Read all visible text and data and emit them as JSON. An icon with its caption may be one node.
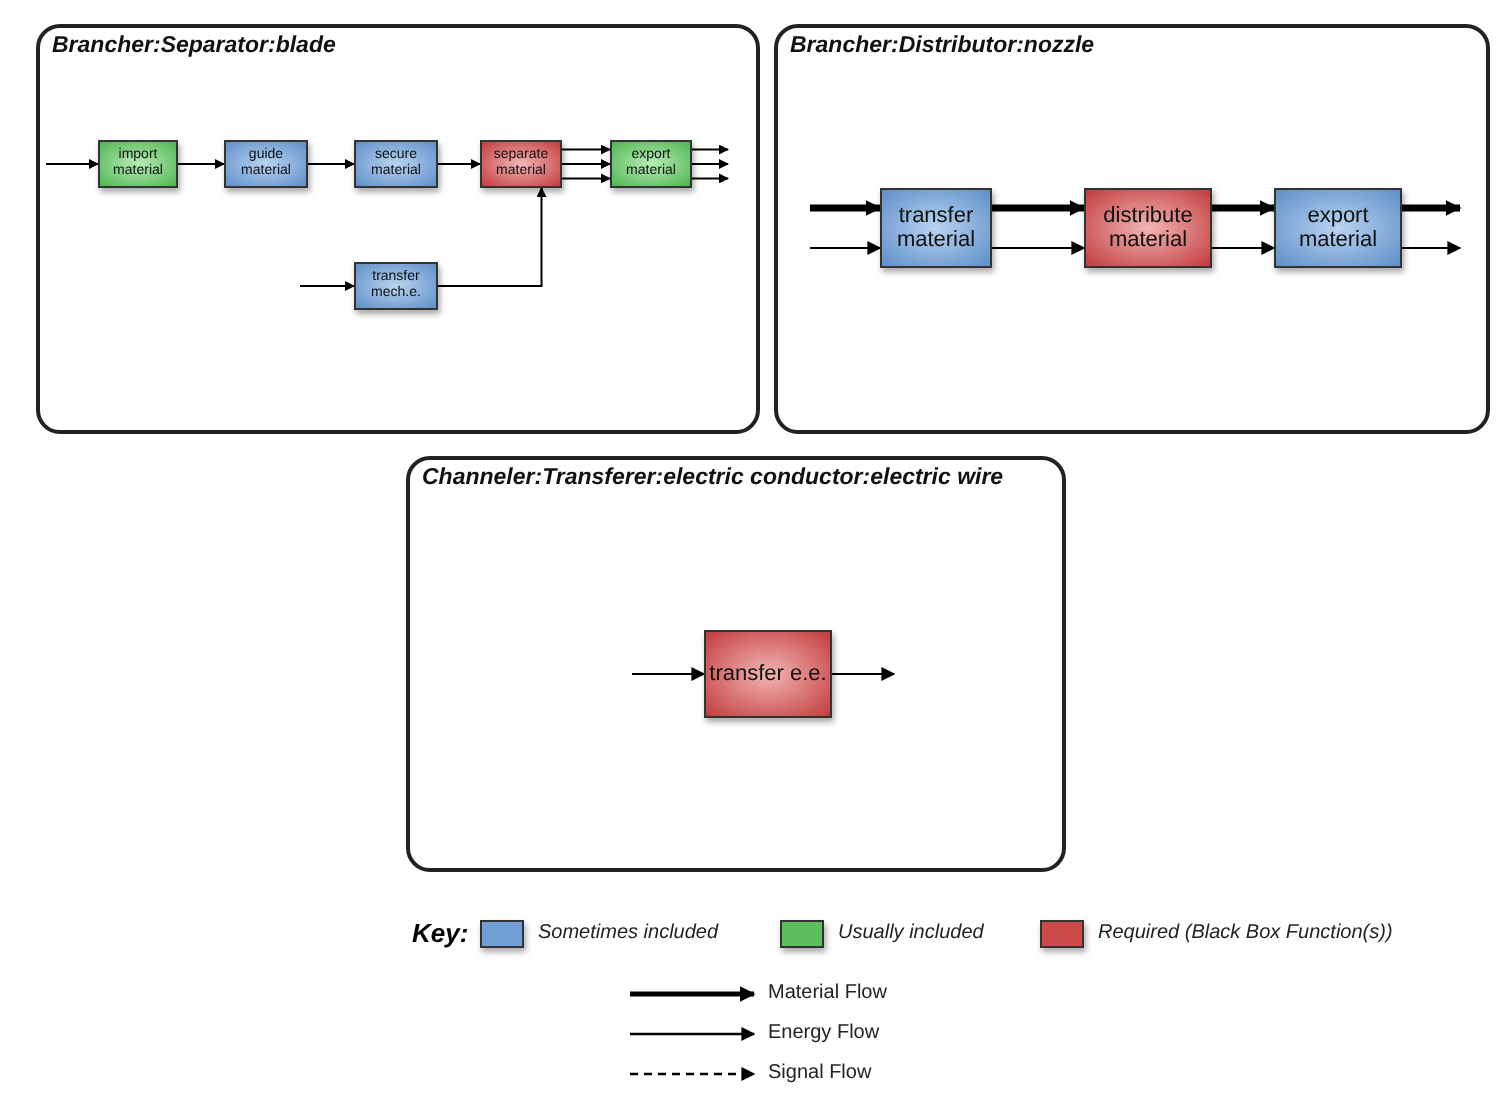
{
  "diagram": {
    "nodes": [
      {
        "text": [
          "Brancher:Separator:blade"
        ]
      },
      {
        "text": [
          "import material"
        ],
        "in": 0
      },
      {
        "text": [
          "guide material"
        ],
        "in": 0
      },
      {
        "text": [
          "secure material"
        ],
        "in": 0
      },
      {
        "text": [
          "separate material"
        ],
        "in": 0
      },
      {
        "text": [
          "export material"
        ],
        "in": 0
      },
      {
        "text": [
          "transfer mech.e."
        ],
        "in": 0
      },
      {
        "text": [
          "Brancher:Distributor:nozzle"
        ]
      },
      {
        "text": [
          "transfer material"
        ],
        "in": 7
      },
      {
        "text": [
          "distribute material"
        ],
        "in": 7
      },
      {
        "text": [
          "export material"
        ],
        "in": 7
      },
      {
        "text": [
          "Channeler:Transferer:electric conductor:electric wire"
        ]
      },
      {
        "text": [
          "transfer e.e."
        ],
        "in": 11
      }
    ],
    "edges": [
      {
        "from": null,
        "to": 1,
        "arrow": "to"
      },
      {
        "from": 1,
        "to": 2,
        "arrow": "to"
      },
      {
        "from": 2,
        "to": 3,
        "arrow": "to"
      },
      {
        "from": 3,
        "to": 4,
        "arrow": "to"
      },
      {
        "from": 4,
        "to": 5,
        "arrow": "to"
      },
      {
        "from": 4,
        "to": 5,
        "arrow": "to"
      },
      {
        "from": 4,
        "to": 5,
        "arrow": "to"
      },
      {
        "from": 5,
        "to": null,
        "arrow": "to"
      },
      {
        "from": 5,
        "to": null,
        "arrow": "to"
      },
      {
        "from": 5,
        "to": null,
        "arrow": "to"
      },
      {
        "from": null,
        "to": 6,
        "arrow": "to"
      },
      {
        "from": 6,
        "to": 4,
        "arrow": "to"
      },
      {
        "from": null,
        "to": 8,
        "arrow": "to",
        "style": "thick"
      },
      {
        "from": null,
        "to": 8,
        "arrow": "to"
      },
      {
        "from": 8,
        "to": 9,
        "arrow": "to",
        "style": "thick"
      },
      {
        "from": 8,
        "to": 9,
        "arrow": "to"
      },
      {
        "from": 9,
        "to": 10,
        "arrow": "to",
        "style": "thick"
      },
      {
        "from": 9,
        "to": 10,
        "arrow": "to"
      },
      {
        "from": 10,
        "to": null,
        "arrow": "to",
        "style": "thick"
      },
      {
        "from": 10,
        "to": null,
        "arrow": "to"
      },
      {
        "from": null,
        "to": 12,
        "arrow": "to"
      },
      {
        "from": 12,
        "to": null,
        "arrow": "to"
      }
    ],
    "labels": [
      "Key:"
    ],
    "legend": [
      {
        "text": "Sometimes included",
        "color": "#6f9fd4"
      },
      {
        "text": "Usually included",
        "color": "#5cbf5c"
      },
      {
        "text": "Required (Black Box Function(s))",
        "color": "#cc4a4a"
      },
      {
        "text": "Material Flow"
      },
      {
        "text": "Energy Flow"
      },
      {
        "text": "Signal Flow"
      }
    ]
  }
}
